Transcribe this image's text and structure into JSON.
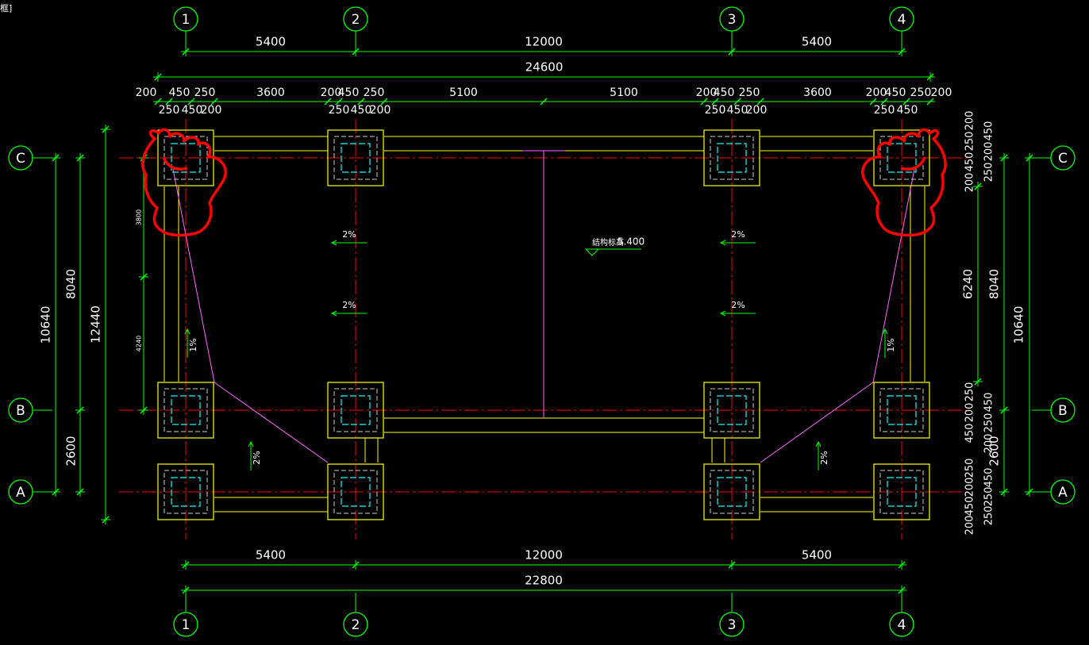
{
  "corner_label": "框]",
  "axes": {
    "columns": [
      "1",
      "2",
      "3",
      "4"
    ],
    "rows": [
      "C",
      "B",
      "A"
    ]
  },
  "dims_top": {
    "row1": [
      "5400",
      "12000",
      "5400"
    ],
    "total": "24600",
    "sub_a": [
      "200",
      "450",
      "250",
      "3600",
      "200",
      "450",
      "250",
      "5100",
      "5100",
      "200",
      "450",
      "250",
      "3600",
      "200",
      "450",
      "250",
      "200"
    ],
    "sub_b": [
      "250",
      "450",
      "200",
      "250",
      "450",
      "200",
      "250",
      "450",
      "200",
      "250",
      "450"
    ]
  },
  "dims_bottom": {
    "row1": [
      "5400",
      "12000",
      "5400"
    ],
    "total": "22800"
  },
  "dims_left": {
    "outer": "10640",
    "total": "12440",
    "upper": "8040",
    "lower": "2600",
    "small_upper": "3800",
    "small_lower": "4240"
  },
  "dims_right": {
    "outer": "10640",
    "upper": "8040",
    "mid": "6240",
    "lower": "2600",
    "top_stack": [
      "200",
      "450",
      "250",
      "200",
      "450",
      "250",
      "200"
    ],
    "b_stack": [
      "250",
      "450",
      "200",
      "250",
      "450",
      "200"
    ],
    "a_stack": [
      "250",
      "450",
      "200",
      "250",
      "450",
      "250",
      "200"
    ]
  },
  "annotations": {
    "elevation_label": "结构标高",
    "elevation_value": "5.400",
    "slopes": [
      "2%",
      "2%",
      "2%",
      "2%",
      "1%",
      "1%",
      "2%",
      "2%"
    ]
  },
  "colors": {
    "background": "#000000",
    "axis_green": "#00ff00",
    "grid_red": "#ff0000",
    "beam_yellow": "#ffff00",
    "col_cyan": "#00ffff",
    "magenta": "#ff66ff",
    "white": "#ffffff",
    "markup_red": "#ff0000"
  }
}
